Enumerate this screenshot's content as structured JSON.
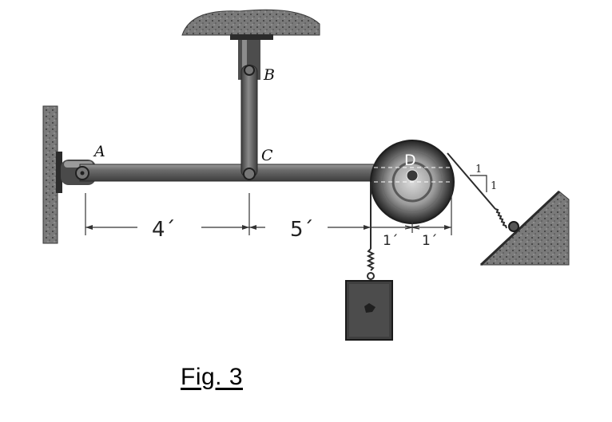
{
  "labels": {
    "point_a": "A",
    "point_b": "B",
    "point_c": "C",
    "point_d": "D"
  },
  "dimensions": {
    "ac": "4´",
    "cd": "5´",
    "left_radius": "1´",
    "right_radius": "1´"
  },
  "slope": {
    "run": "1",
    "rise": "1"
  },
  "caption": "Fig. 3",
  "colors": {
    "background": "#ffffff",
    "beam": "#5e5e5e",
    "dark": "#2b2b2b",
    "ground": "#6a6a6a",
    "caption": "#000000"
  }
}
